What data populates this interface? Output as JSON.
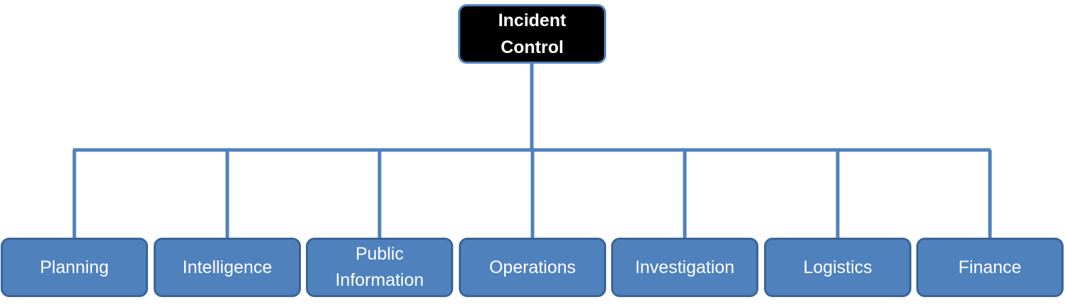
{
  "colors": {
    "connector": "#4f81bd",
    "root_fill": "#000000",
    "root_border": "#4f81bd",
    "child_fill": "#4f81bd",
    "child_border": "#3a6597",
    "text": "#ffffff"
  },
  "root": {
    "label_line1": "Incident",
    "label_line2": "Control"
  },
  "children": [
    {
      "line1": "Planning",
      "line2": ""
    },
    {
      "line1": "Intelligence",
      "line2": ""
    },
    {
      "line1": "Public",
      "line2": "Information"
    },
    {
      "line1": "Operations",
      "line2": ""
    },
    {
      "line1": "Investigation",
      "line2": ""
    },
    {
      "line1": "Logistics",
      "line2": ""
    },
    {
      "line1": "Finance",
      "line2": ""
    }
  ]
}
